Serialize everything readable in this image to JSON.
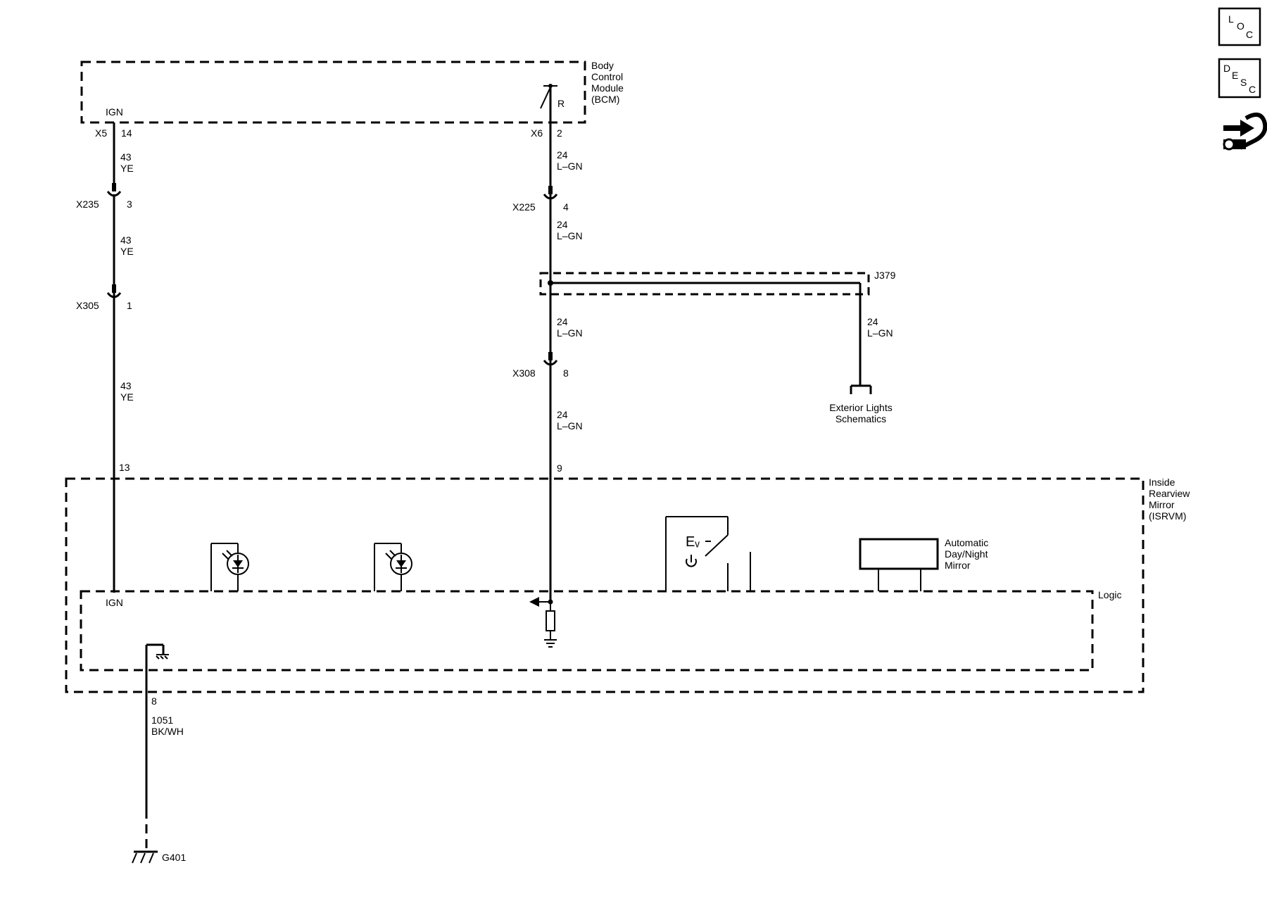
{
  "modules": {
    "bcm": {
      "line1": "Body",
      "line2": "Control",
      "line3": "Module",
      "line4": "(BCM)",
      "ign_label": "IGN",
      "relay_label": "R"
    },
    "isrvm": {
      "line1": "Inside",
      "line2": "Rearview",
      "line3": "Mirror",
      "line4": "(ISRVM)"
    },
    "logic": {
      "label": "Logic",
      "ign_label": "IGN"
    },
    "splice": {
      "label": "J379"
    },
    "auto_mirror": {
      "line1": "Automatic",
      "line2": "Day/Night",
      "line3": "Mirror"
    },
    "switch": {
      "symbol": "Eᵥ"
    },
    "exterior_lights": {
      "line1": "Exterior Lights",
      "line2": "Schematics"
    },
    "ground": {
      "label": "G401"
    }
  },
  "connectors": {
    "x5": {
      "name": "X5",
      "pin": "14"
    },
    "x6": {
      "name": "X6",
      "pin": "2"
    },
    "x235": {
      "name": "X235",
      "pin": "3"
    },
    "x225": {
      "name": "X225",
      "pin": "4"
    },
    "x305": {
      "name": "X305",
      "pin": "1"
    },
    "x308": {
      "name": "X308",
      "pin": "8"
    },
    "isrvm_pin_13": "13",
    "isrvm_pin_9": "9",
    "isrvm_pin_8": "8"
  },
  "wires": {
    "ign": {
      "circuit": "43",
      "color": "YE"
    },
    "signal": {
      "circuit": "24",
      "color": "L–GN"
    },
    "ground": {
      "circuit": "1051",
      "color": "BK/WH"
    }
  },
  "nav_icons": {
    "loc": {
      "l1": "L",
      "l2": "O",
      "l3": "C"
    },
    "desc": {
      "l1": "D",
      "l2": "E",
      "l3": "S",
      "l4": "C"
    },
    "connector_icon": "connector-tools-icon"
  }
}
